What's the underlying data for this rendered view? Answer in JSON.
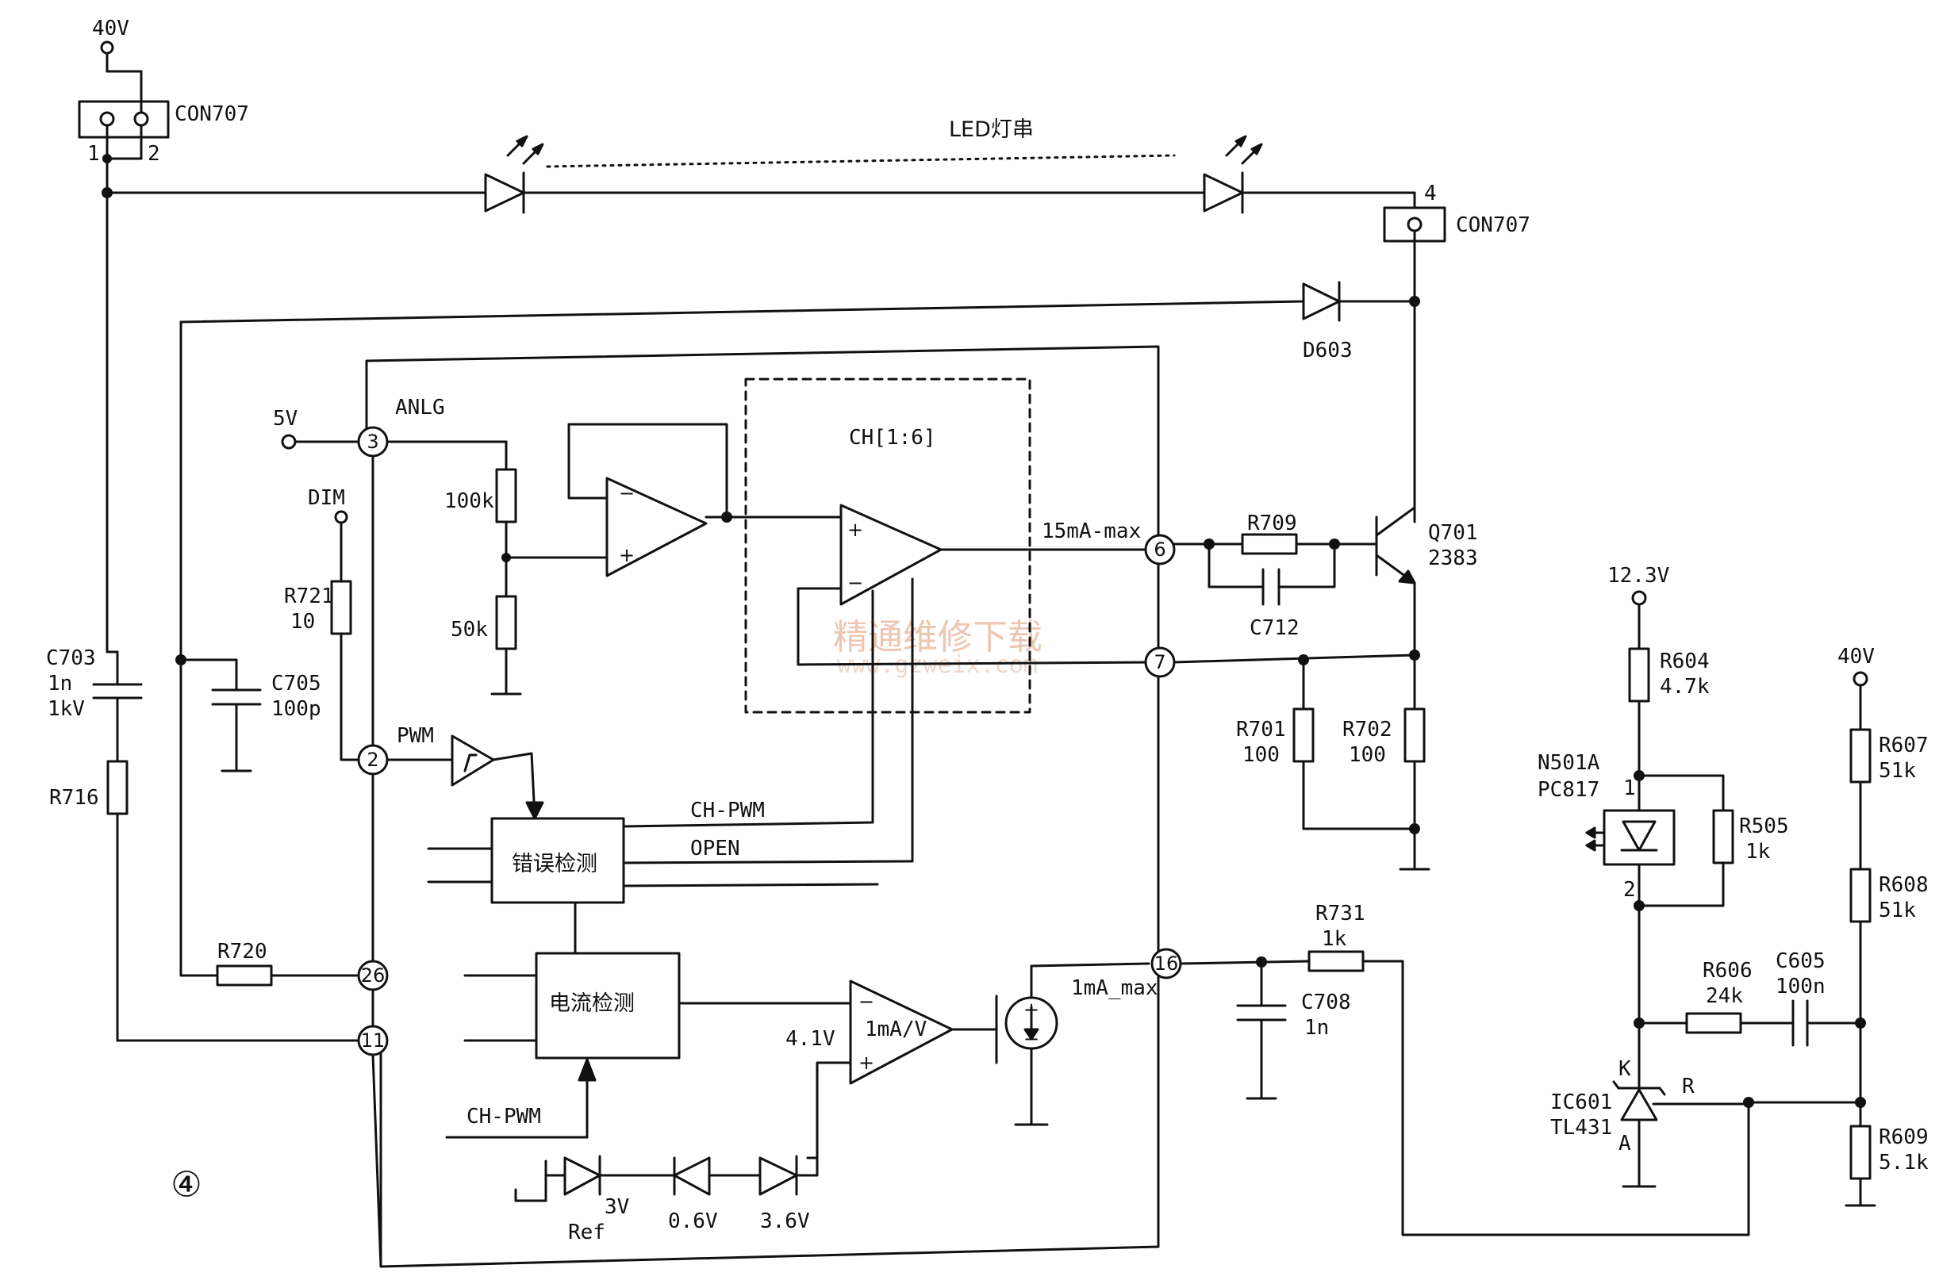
{
  "labels": {
    "v40_top": "40V",
    "con707_top": "CON707",
    "pin1": "1",
    "pin2": "2",
    "led_string": "LED灯串",
    "pin4": "4",
    "con707_right": "CON707",
    "d603": "D603",
    "anlg": "ANLG",
    "v5": "5V",
    "ch_block": "CH[1:6]",
    "dim": "DIM",
    "r100k": "100k",
    "r50k": "50k",
    "ma15": "15mA-max",
    "r709": "R709",
    "q701": "Q701",
    "q701_val": "2383",
    "c712": "C712",
    "r721": "R721",
    "r721_val": "10",
    "c703": "C703",
    "c703_val1": "1n",
    "c703_val2": "1kV",
    "c705": "C705",
    "c705_val": "100p",
    "r716": "R716",
    "pwm": "PWM",
    "r701": "R701",
    "r701_val": "100",
    "r702": "R702",
    "r702_val": "100",
    "ch_pwm1": "CH-PWM",
    "open": "OPEN",
    "error_detect": "错误检测",
    "r720": "R720",
    "current_detect": "电流检测",
    "v41": "4.1V",
    "ma_v": "1mA/V",
    "ma1": "1mA_max",
    "r731": "R731",
    "r731_val": "1k",
    "c708": "C708",
    "c708_val": "1n",
    "ch_pwm2": "CH-PWM",
    "v3": "3V",
    "ref": "Ref",
    "v06": "0.6V",
    "v36": "3.6V",
    "circled4": "④",
    "v123": "12.3V",
    "r604": "R604",
    "r604_val": "4.7k",
    "n501a": "N501A",
    "pc817": "PC817",
    "r505": "R505",
    "r505_val": "1k",
    "v40_right": "40V",
    "r607": "R607",
    "r607_val": "51k",
    "r608": "R608",
    "r608_val": "51k",
    "r606": "R606",
    "r606_val": "24k",
    "c605": "C605",
    "c605_val": "100n",
    "k": "K",
    "r": "R",
    "a": "A",
    "ic601": "IC601",
    "tl431": "TL431",
    "r609": "R609",
    "r609_val": "5.1k",
    "plus1": "+",
    "minus1": "−",
    "plus2": "+",
    "minus2": "−",
    "plus3": "+",
    "minus3": "−",
    "src_plus": "+",
    "src_minus": "−",
    "opto_pin1": "1",
    "opto_pin2": "2"
  },
  "pins": {
    "p3": "3",
    "p2": "2",
    "p26": "26",
    "p11": "11",
    "p6": "6",
    "p7": "7",
    "p16": "16"
  },
  "watermark": {
    "cn": "精通维修下载",
    "url": "www.gzweix.com"
  }
}
